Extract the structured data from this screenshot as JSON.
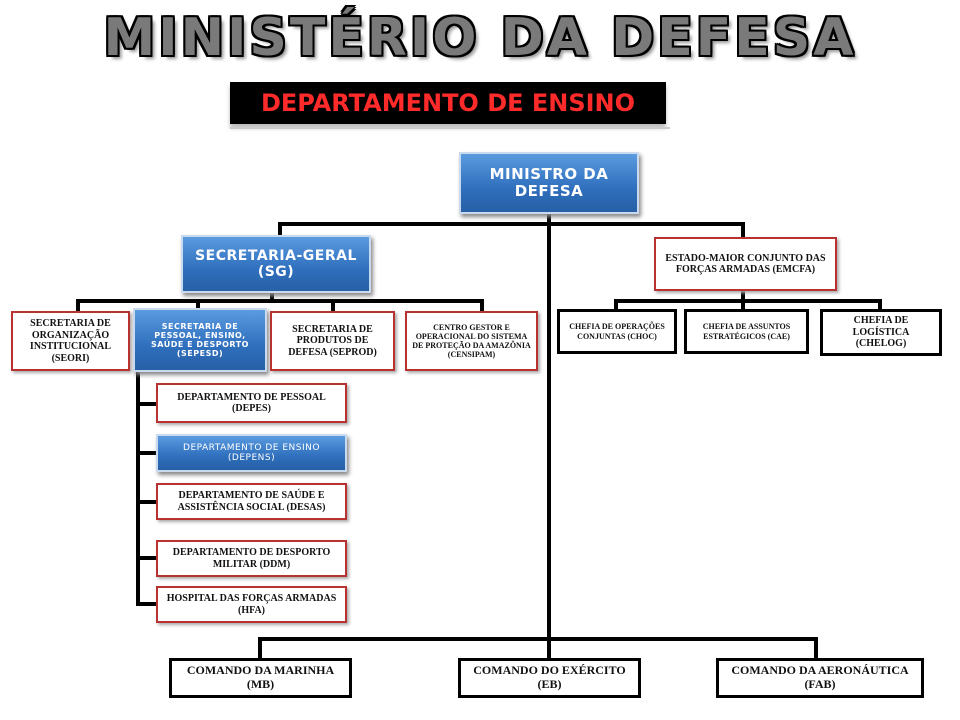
{
  "header": {
    "title": "MINISTÉRIO DA DEFESA",
    "subtitle": "DEPARTAMENTO DE ENSINO"
  },
  "colors": {
    "node_blue": "#2f6fbd",
    "node_red_border": "#b83232",
    "subtitle_text": "#ff2a2a",
    "title_fill": "#7a7a7a"
  },
  "org": {
    "minister": "MINISTRO DA DEFESA",
    "sg": "SECRETARIA-GERAL (SG)",
    "emcfa": "ESTADO-MAIOR CONJUNTO DAS FORÇAS ARMADAS (EMCFA)",
    "seori": "SECRETARIA DE ORGANIZAÇÃO INSTITUCIONAL (SEORI)",
    "sepesd": "SECRETARIA DE PESSOAL, ENSINO, SAÚDE E DESPORTO (SEPESD)",
    "seprod": "SECRETARIA DE PRODUTOS DE DEFESA (SEPROD)",
    "censipam": "CENTRO GESTOR E OPERACIONAL DO SISTEMA DE PROTEÇÃO DA AMAZÔNIA (CENSIPAM)",
    "choc": "CHEFIA DE OPERAÇÕES CONJUNTAS (CHOC)",
    "cae": "CHEFIA DE ASSUNTOS ESTRATÉGICOS (CAE)",
    "chelog": "CHEFIA DE LOGÍSTICA (CHELOG)",
    "depes": "DEPARTAMENTO DE PESSOAL (DEPES)",
    "depens": "DEPARTAMENTO DE ENSINO (DEPENS)",
    "desas": "DEPARTAMENTO DE SAÚDE E ASSISTÊNCIA SOCIAL (DESAS)",
    "ddm": "DEPARTAMENTO DE DESPORTO MILITAR (DDM)",
    "hfa": "HOSPITAL DAS FORÇAS ARMADAS (HFA)",
    "mb": "COMANDO DA MARINHA (MB)",
    "eb": "COMANDO DO EXÉRCITO (EB)",
    "fab": "COMANDO DA AERONÁUTICA (FAB)"
  }
}
